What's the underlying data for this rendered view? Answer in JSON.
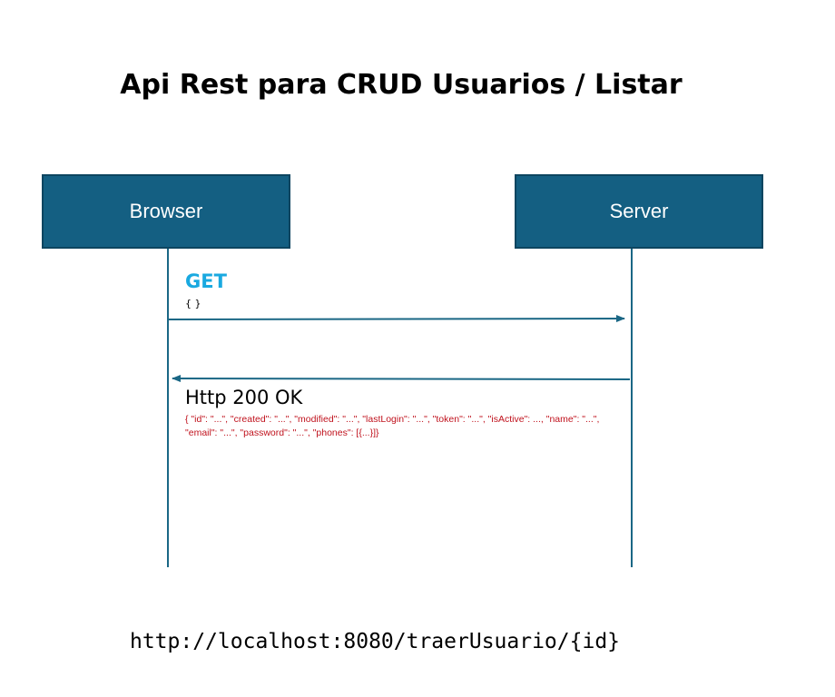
{
  "title": "Api Rest para CRUD Usuarios / Listar",
  "actors": {
    "browser": "Browser",
    "server": "Server"
  },
  "request": {
    "method": "GET",
    "body": "{ }"
  },
  "response": {
    "status": "Http 200 OK",
    "body": "{ \"id\": \"...\", \"created\": \"...\", \"modified\": \"...\", \"lastLogin\": \"...\", \"token\": \"...\", \"isActive\": ...,  \"name\": \"...\",  \"email\": \"...\", \"password\": \"...\", \"phones\": [{...}]}"
  },
  "endpoint": "http://localhost:8080/traerUsuario/{id}",
  "colors": {
    "actor_fill": "#145f82",
    "get_method": "#19a9e0",
    "response_body": "#c0121d",
    "lines": "#1a6785"
  }
}
